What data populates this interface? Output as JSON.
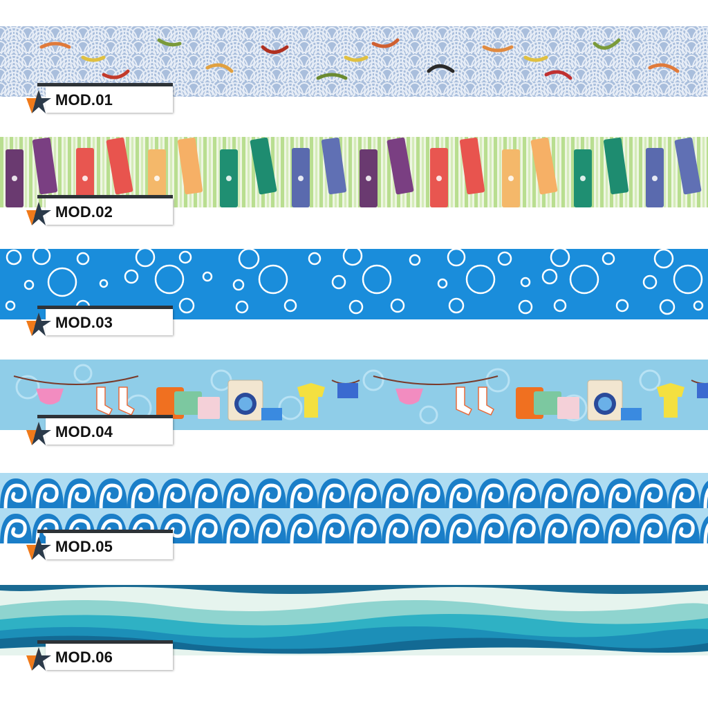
{
  "modules": [
    {
      "label": "MOD.01",
      "pattern": "seigaiha-koi"
    },
    {
      "label": "MOD.02",
      "pattern": "clothespins"
    },
    {
      "label": "MOD.03",
      "pattern": "bubbles"
    },
    {
      "label": "MOD.04",
      "pattern": "laundry"
    },
    {
      "label": "MOD.05",
      "pattern": "swirl-waves"
    },
    {
      "label": "MOD.06",
      "pattern": "layered-waves"
    }
  ],
  "colors": {
    "label_bar": "#2e3338",
    "star_orange": "#f07a1a",
    "star_dark": "#2b3a4a",
    "mod01_bg": "#a9bedc",
    "mod02_bg": "#cfe8b0",
    "mod03_bg": "#1a8ddb",
    "mod04_bg": "#8fcde8",
    "mod05_bg": "#aedcf2",
    "mod06_bg": "#e6f4ee"
  }
}
